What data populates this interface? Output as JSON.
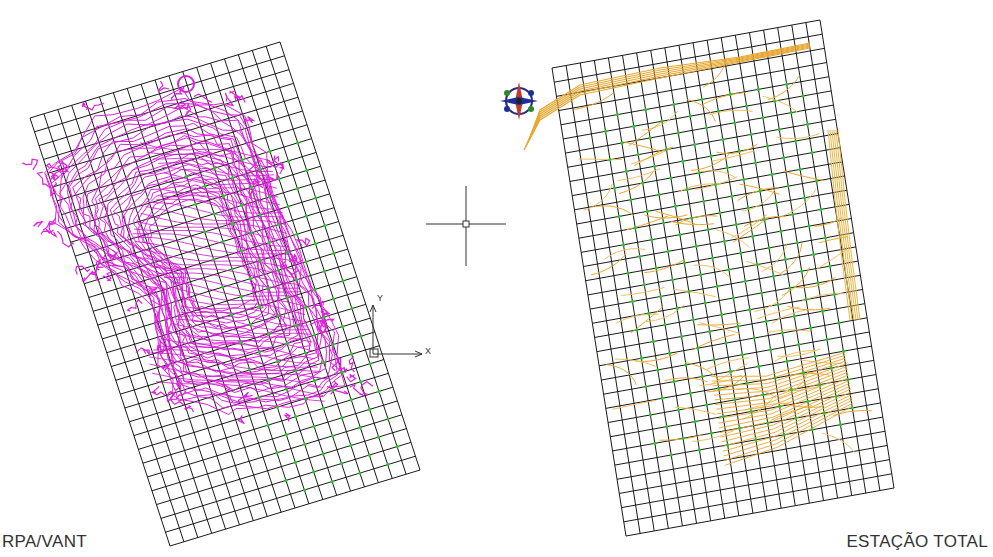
{
  "diagram": {
    "labels": [
      "RPA/VANT",
      "ESTAÇÃO TOTAL",
      "Y",
      "X"
    ]
  }
}
